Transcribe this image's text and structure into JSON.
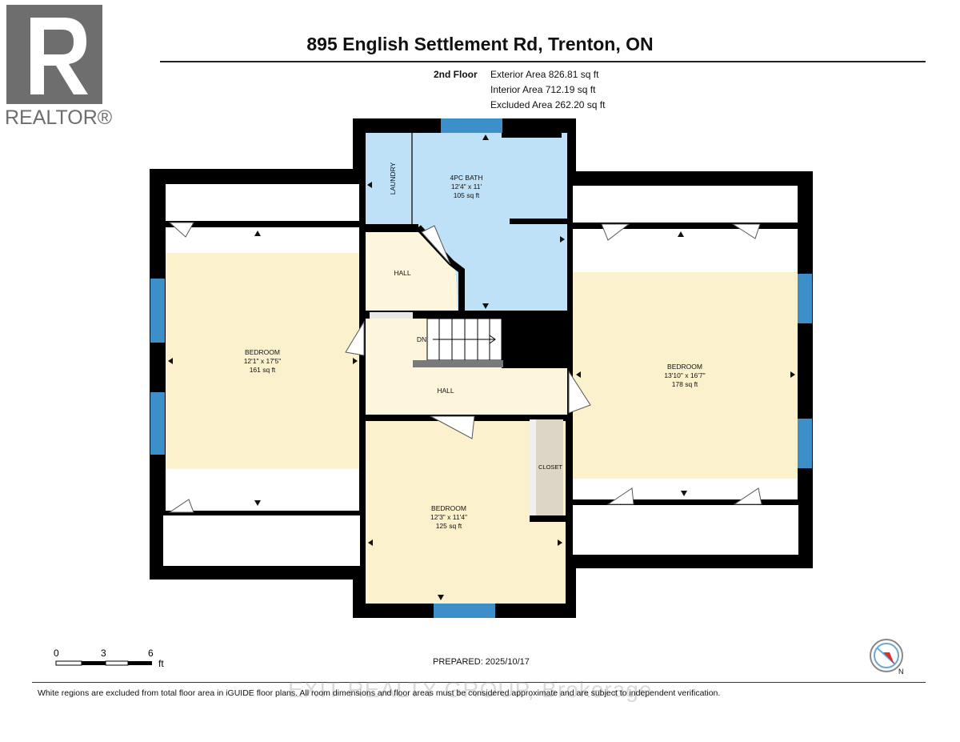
{
  "title": "895 English Settlement Rd, Trenton, ON",
  "logo_text": "REALTOR®",
  "floor": {
    "label": "2nd Floor",
    "exterior_area": "Exterior Area 826.81 sq ft",
    "interior_area": "Interior Area 712.19 sq ft",
    "excluded_area": "Excluded Area 262.20 sq ft"
  },
  "rooms": {
    "laundry": {
      "name": "LAUNDRY"
    },
    "bath": {
      "name": "4PC BATH",
      "dims": "12'4\" x 11'",
      "area": "105 sq ft"
    },
    "hall_upper": {
      "name": "HALL"
    },
    "stair_label": "DN",
    "hall_center": {
      "name": "HALL"
    },
    "bedroom_left": {
      "name": "BEDROOM",
      "dims": "12'1\" x 17'5\"",
      "area": "161 sq ft"
    },
    "bedroom_right": {
      "name": "BEDROOM",
      "dims": "13'10\" x 16'7\"",
      "area": "178 sq ft"
    },
    "bedroom_bottom": {
      "name": "BEDROOM",
      "dims": "12'3\" x 11'4\"",
      "area": "125 sq ft"
    },
    "closet": {
      "name": "CLOSET"
    }
  },
  "scale": {
    "ticks": [
      "0",
      "3",
      "6"
    ],
    "unit": "ft"
  },
  "compass": {
    "north_label": "N"
  },
  "prepared": "PREPARED: 2025/10/17",
  "footer_note": "White regions are excluded from total floor area in iGUIDE floor plans. All room dimensions and floor areas must be considered approximate and are subject to independent verification.",
  "watermark": "EXIT REALTY GROUP, Brokerage",
  "colors": {
    "wall": "#000000",
    "bath_fill": "#bfe1f7",
    "room_fill": "#fbf1cc",
    "hall_fill": "#fdf6dc",
    "window": "#3c8fc9",
    "closet_fill": "#ddd6c6"
  }
}
